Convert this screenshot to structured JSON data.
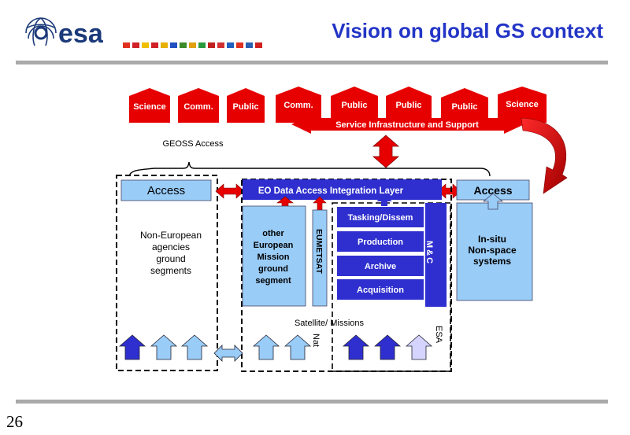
{
  "header": {
    "title": "Vision on global GS context",
    "logo_text": "esa",
    "page_number": "26",
    "flags": [
      "#e03020",
      "#d02028",
      "#f0c000",
      "#d02028",
      "#e8b000",
      "#2050c0",
      "#3a8a2a",
      "#e0a010",
      "#2a9a40",
      "#c02020",
      "#d03030",
      "#2060c0",
      "#e03020",
      "#2a60b0",
      "#d02020"
    ]
  },
  "users": [
    "Science",
    "Comm.",
    "Public",
    "Comm.",
    "Public",
    "Public",
    "Public",
    "Science"
  ],
  "service_bar": "Service Infrastructure and Support",
  "geoss_access": "GEOSS Access",
  "left_block": {
    "access": "Access",
    "label": "Non-European agencies ground segments"
  },
  "center_block": {
    "layer": "EO Data Access Integration Layer",
    "other_missions": "other European Mission ground segment",
    "eumetsat": "EUMETSAT",
    "functions": [
      "Tasking/Dissem",
      "Production",
      "Archive",
      "Acquisition"
    ],
    "mc": "M&C",
    "satellite_missions": "Satellite/ Missions",
    "nat": "Nat",
    "esa": "ESA"
  },
  "right_block": {
    "access": "Access",
    "label": "In-situ Non-space systems"
  },
  "colors": {
    "title_blue": "#2335c6",
    "user_red": "#e60000",
    "dark_blue": "#2f2fcf",
    "light_blue": "#99ccf7",
    "rule_gray": "#aaaaaa"
  }
}
